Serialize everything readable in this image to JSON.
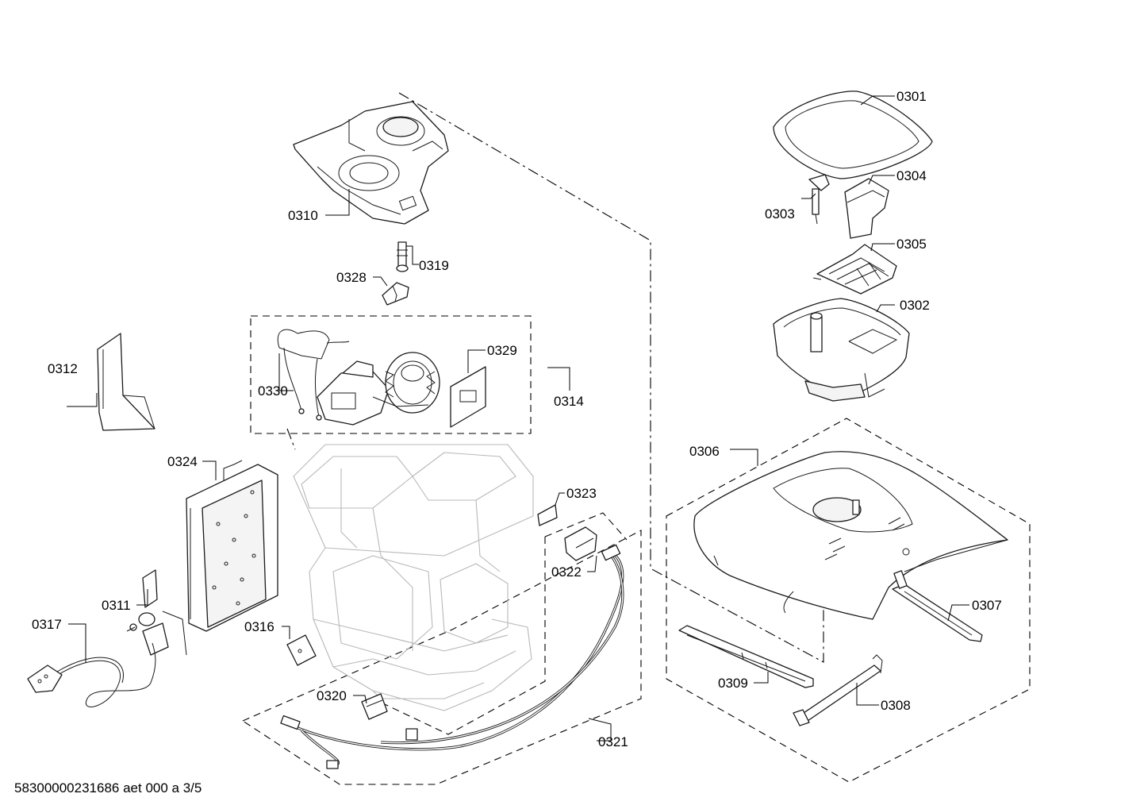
{
  "footer": {
    "document_code": "58300000231686 aet 000 a 3/5"
  },
  "labels": {
    "p0301": "0301",
    "p0302": "0302",
    "p0303": "0303",
    "p0304": "0304",
    "p0305": "0305",
    "p0306": "0306",
    "p0307": "0307",
    "p0308": "0308",
    "p0309": "0309",
    "p0310": "0310",
    "p0311": "0311",
    "p0312": "0312",
    "p0314": "0314",
    "p0316": "0316",
    "p0317": "0317",
    "p0319": "0319",
    "p0320": "0320",
    "p0321": "0321",
    "p0322": "0322",
    "p0323": "0323",
    "p0324": "0324",
    "p0328": "0328",
    "p0329": "0329",
    "p0330": "0330"
  }
}
